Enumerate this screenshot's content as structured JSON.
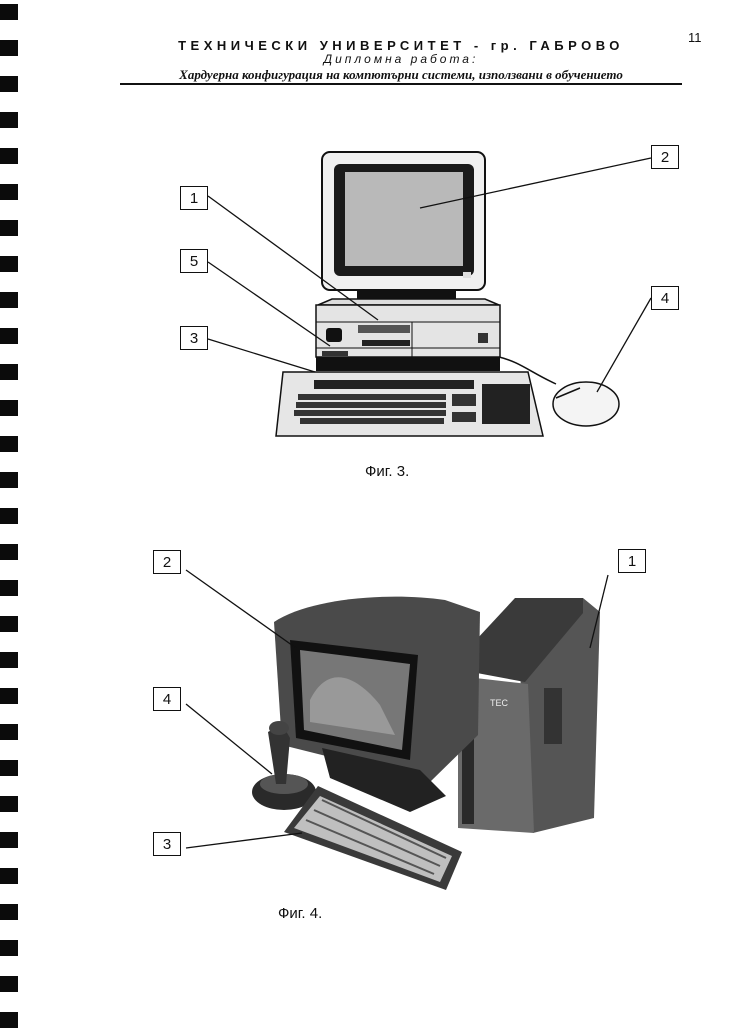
{
  "page_number": "11",
  "header": {
    "university": "ТЕХНИЧЕСКИ УНИВЕРСИТЕТ - гр. ГАБРОВО",
    "work_type": "Дипломна работа:",
    "thesis_title": "Хардуерна конфигурация на компютърни системи, използвани в обучението"
  },
  "figure3": {
    "caption": "Фиг. 3.",
    "labels": {
      "l1": "1",
      "l2": "2",
      "l3": "3",
      "l4": "4",
      "l5": "5"
    }
  },
  "figure4": {
    "caption": "Фиг. 4.",
    "labels": {
      "l1": "1",
      "l2": "2",
      "l3": "3",
      "l4": "4"
    },
    "tower_brand": "ТЕС"
  }
}
